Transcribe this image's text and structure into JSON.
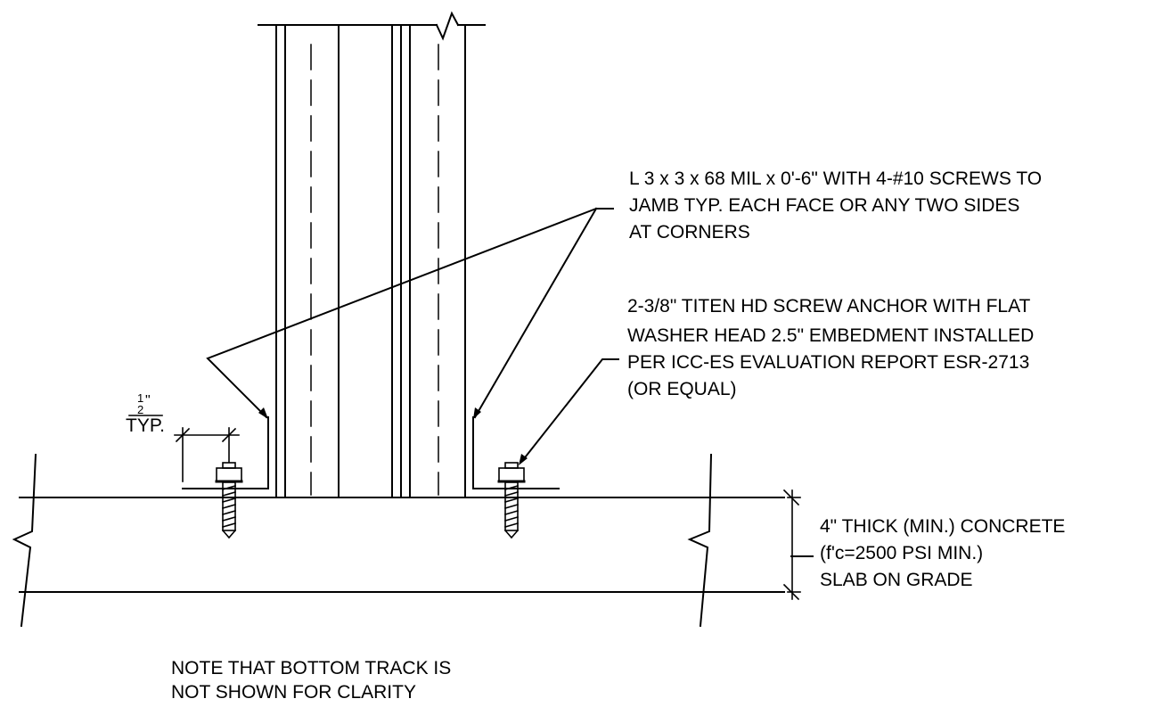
{
  "colors": {
    "ink": "#000000",
    "background": "#ffffff"
  },
  "notes": {
    "angle": {
      "lines": [
        "L 3 x 3 x 68 MIL x 0'-6\" WITH 4-#10 SCREWS TO",
        "JAMB TYP. EACH FACE OR ANY TWO SIDES",
        "AT CORNERS"
      ]
    },
    "anchor": {
      "lines": [
        "2-3/8\" TITEN HD SCREW ANCHOR WITH FLAT",
        "WASHER  HEAD  2.5\"  EMBEDMENT  INSTALLED",
        "PER ICC-ES EVALUATION REPORT ESR-2713",
        "(OR EQUAL)"
      ]
    },
    "slab": {
      "lines": [
        "4\" THICK (MIN.) CONCRETE",
        "(f'c=2500 PSI MIN.)",
        "SLAB ON GRADE"
      ]
    },
    "bottom": {
      "lines": [
        "NOTE THAT BOTTOM TRACK IS",
        "NOT SHOWN FOR CLARITY"
      ]
    }
  },
  "dimension": {
    "numerator": "1",
    "denominator": "2",
    "inch_mark": "\"",
    "label": "TYP."
  }
}
